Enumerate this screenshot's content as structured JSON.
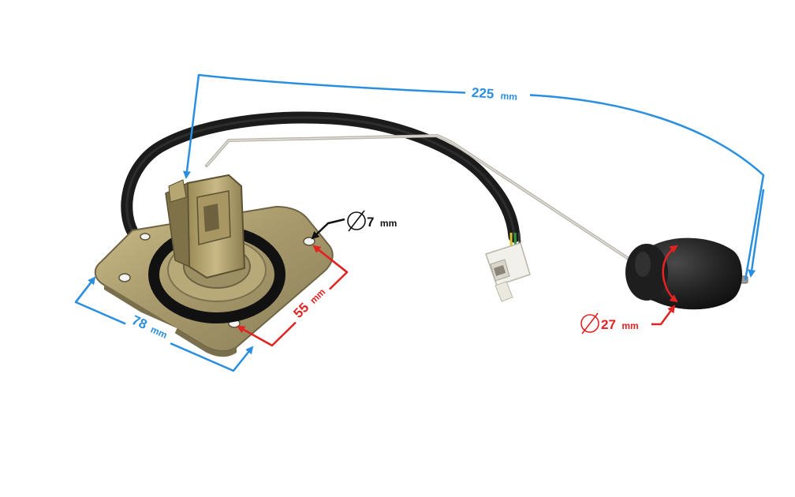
{
  "dimensions": {
    "length": {
      "value": "225",
      "unit": "mm"
    },
    "flange_width": {
      "value": "78",
      "unit": "mm"
    },
    "hole_spacing": {
      "value": "55",
      "unit": "mm"
    },
    "hole_diameter": {
      "value": "7",
      "unit": "mm"
    },
    "float_diameter": {
      "value": "27",
      "unit": "mm"
    }
  },
  "colors": {
    "blue_dimension": "#2a8fe0",
    "red_dimension": "#e32222",
    "black_dimension": "#111111",
    "background": "#ffffff"
  }
}
